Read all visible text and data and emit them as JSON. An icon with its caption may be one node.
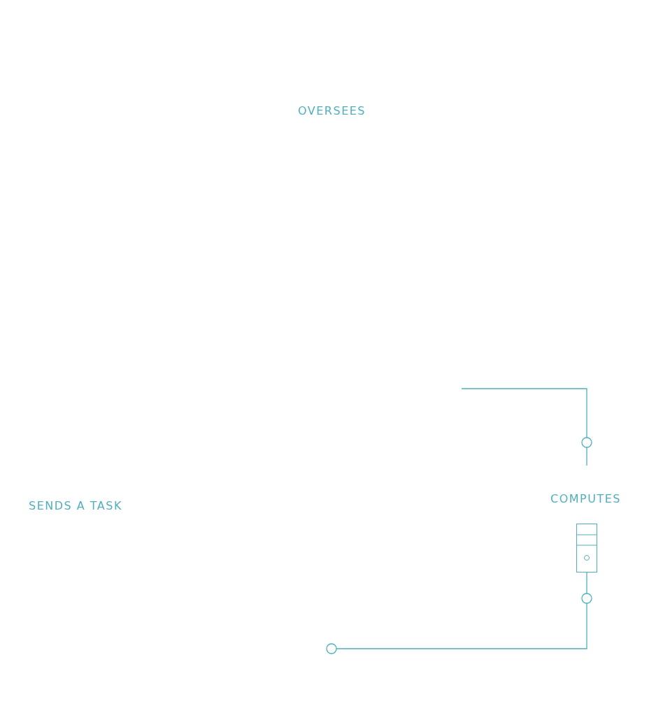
{
  "diagram": {
    "nodes": [
      {
        "text": [
          "OVERSEES"
        ]
      },
      {
        "text": [
          "SENDS A TASK"
        ]
      },
      {
        "text": [
          "COMPUTES"
        ]
      }
    ],
    "edges": [
      {
        "from": null,
        "to": 2,
        "arrow": "none"
      },
      {
        "from": 2,
        "to": null,
        "arrow": "other"
      }
    ]
  }
}
